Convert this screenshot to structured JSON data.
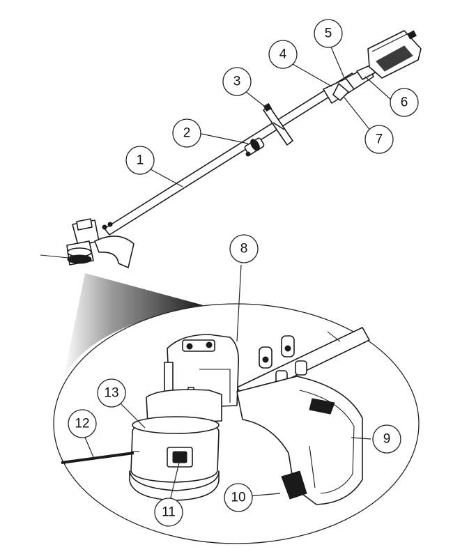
{
  "callouts": [
    {
      "id": "c1",
      "label": "1"
    },
    {
      "id": "c2",
      "label": "2"
    },
    {
      "id": "c3",
      "label": "3"
    },
    {
      "id": "c4",
      "label": "4"
    },
    {
      "id": "c5",
      "label": "5"
    },
    {
      "id": "c6",
      "label": "6"
    },
    {
      "id": "c7",
      "label": "7"
    },
    {
      "id": "c8",
      "label": "8"
    },
    {
      "id": "c9",
      "label": "9"
    },
    {
      "id": "c10",
      "label": "10"
    },
    {
      "id": "c11",
      "label": "11"
    },
    {
      "id": "c12",
      "label": "12"
    },
    {
      "id": "c13",
      "label": "13"
    }
  ],
  "colors": {
    "ink": "#1a1a1a",
    "background": "#ffffff",
    "magnifier_shade": "#3a3a3a"
  }
}
